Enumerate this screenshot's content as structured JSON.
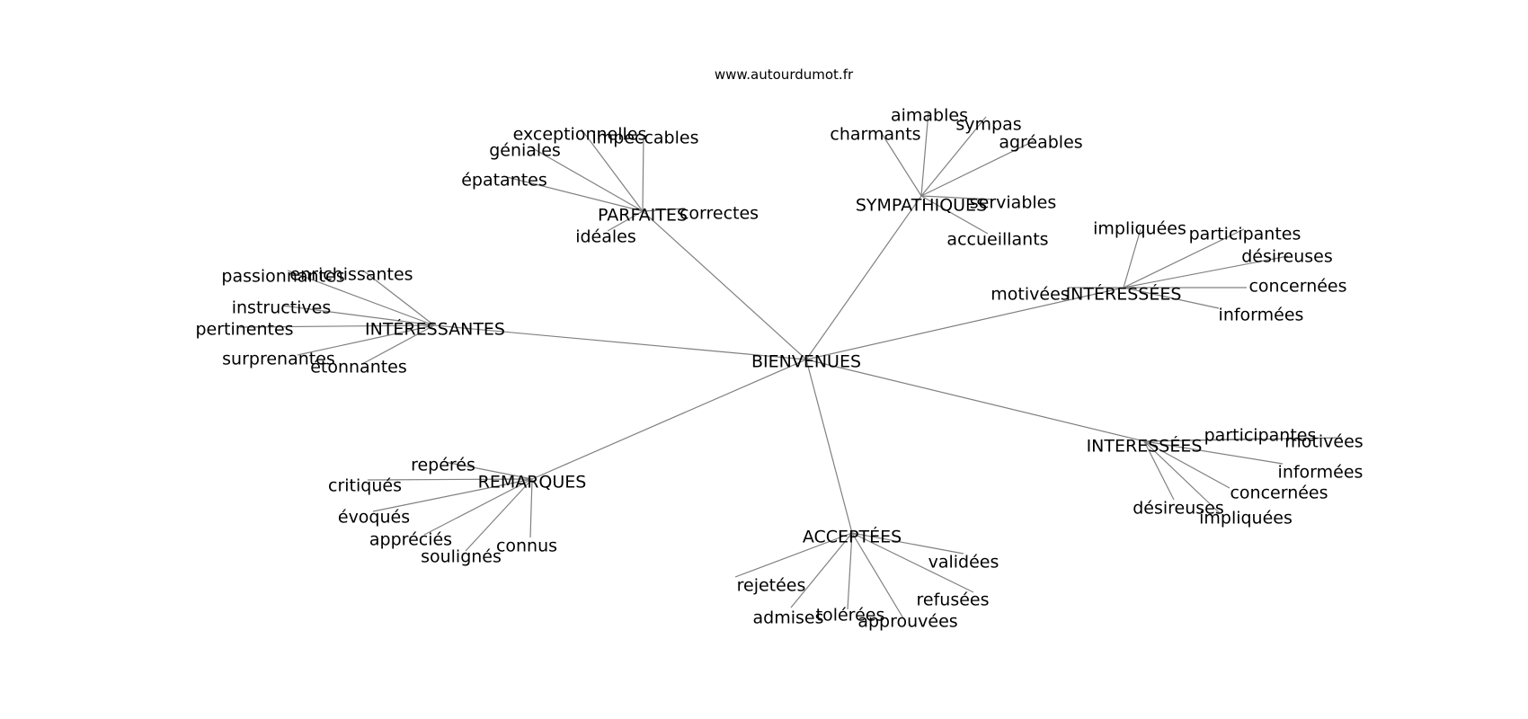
{
  "source": "www.autourdumot.fr",
  "colors": {
    "edge": "#808080",
    "text": "#000000",
    "background": "#ffffff"
  },
  "graph": {
    "center": "BIENVENUES",
    "hubs": [
      {
        "label": "PARFAITES",
        "leaves": [
          "exceptionnelles",
          "impeccables",
          "géniales",
          "épatantes",
          "correctes",
          "idéales"
        ]
      },
      {
        "label": "SYMPATHIQUES",
        "leaves": [
          "aimables",
          "charmants",
          "sympas",
          "agréables",
          "serviables",
          "accueillants"
        ]
      },
      {
        "label": "INTÉRESSÉES",
        "leaves": [
          "impliquées",
          "participantes",
          "désireuses",
          "concernées",
          "informées",
          "motivées"
        ]
      },
      {
        "label": "INTÉRESSANTES",
        "leaves": [
          "passionnantes",
          "enrichissantes",
          "instructives",
          "pertinentes",
          "surprenantes",
          "étonnantes"
        ]
      },
      {
        "label": "INTERESSÉES",
        "leaves": [
          "participantes",
          "motivées",
          "informées",
          "concernées",
          "impliquées",
          "désireuses"
        ]
      },
      {
        "label": "REMARQUES",
        "leaves": [
          "repérés",
          "critiqués",
          "évoqués",
          "appréciés",
          "soulignés",
          "connus"
        ]
      },
      {
        "label": "ACCEPTÉES",
        "leaves": [
          "validées",
          "rejetées",
          "refusées",
          "admises",
          "tolérées",
          "approuvées"
        ]
      }
    ]
  }
}
